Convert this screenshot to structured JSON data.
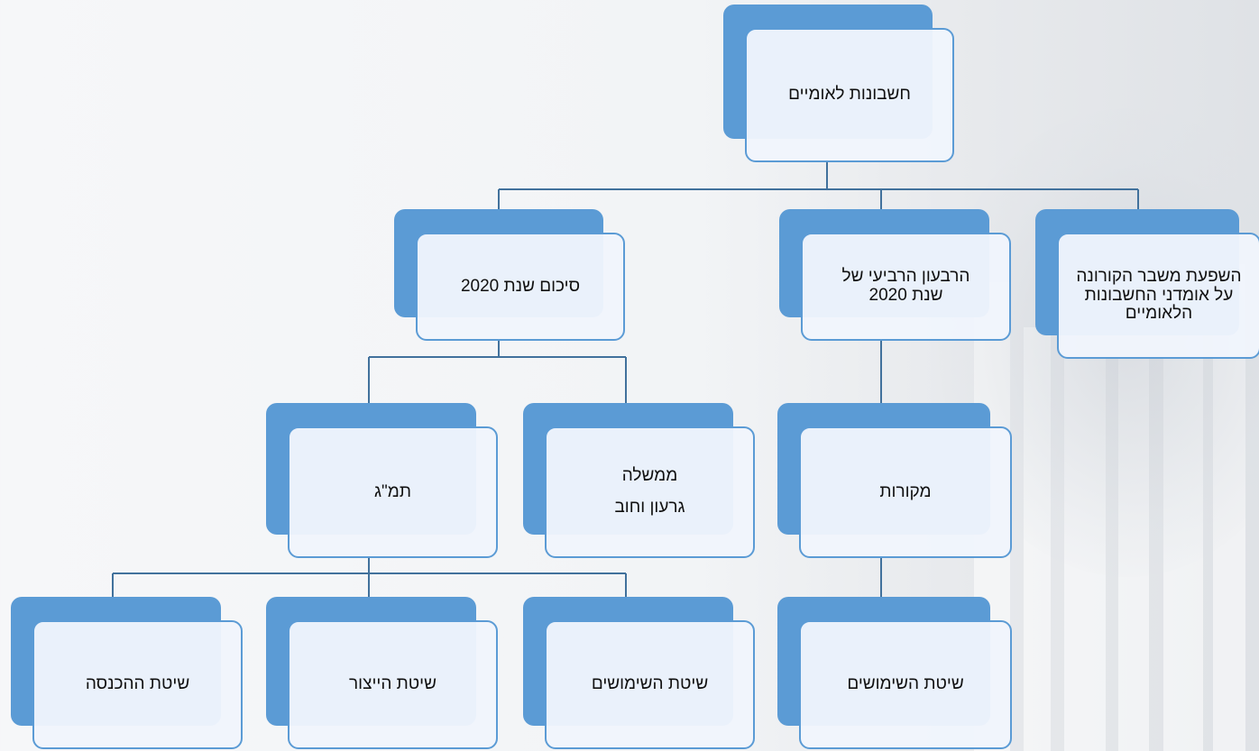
{
  "diagram": {
    "colors": {
      "accent": "#5b9bd5",
      "box_fill": "#f0f5fc",
      "connector": "#41719c",
      "text": "#111111"
    },
    "nodes": {
      "root": {
        "text": "חשבונות לאומיים"
      },
      "covid_impact": {
        "text": "השפעת משבר הקורונה על אומדני החשבונות הלאומיים"
      },
      "q4_2020": {
        "text": "הרבעון הרביעי של שנת 2020"
      },
      "summary_2020": {
        "text": "סיכום שנת 2020"
      },
      "sources": {
        "text": "מקורות"
      },
      "government": {
        "text": "ממשלה",
        "text2": "גרעון וחוב"
      },
      "gdp": {
        "text": "תמ\"ג"
      },
      "expenditure_q4": {
        "text": "שיטת השימושים"
      },
      "expenditure": {
        "text": "שיטת השימושים"
      },
      "production": {
        "text": "שיטת הייצור"
      },
      "income": {
        "text": "שיטת ההכנסה"
      }
    }
  }
}
